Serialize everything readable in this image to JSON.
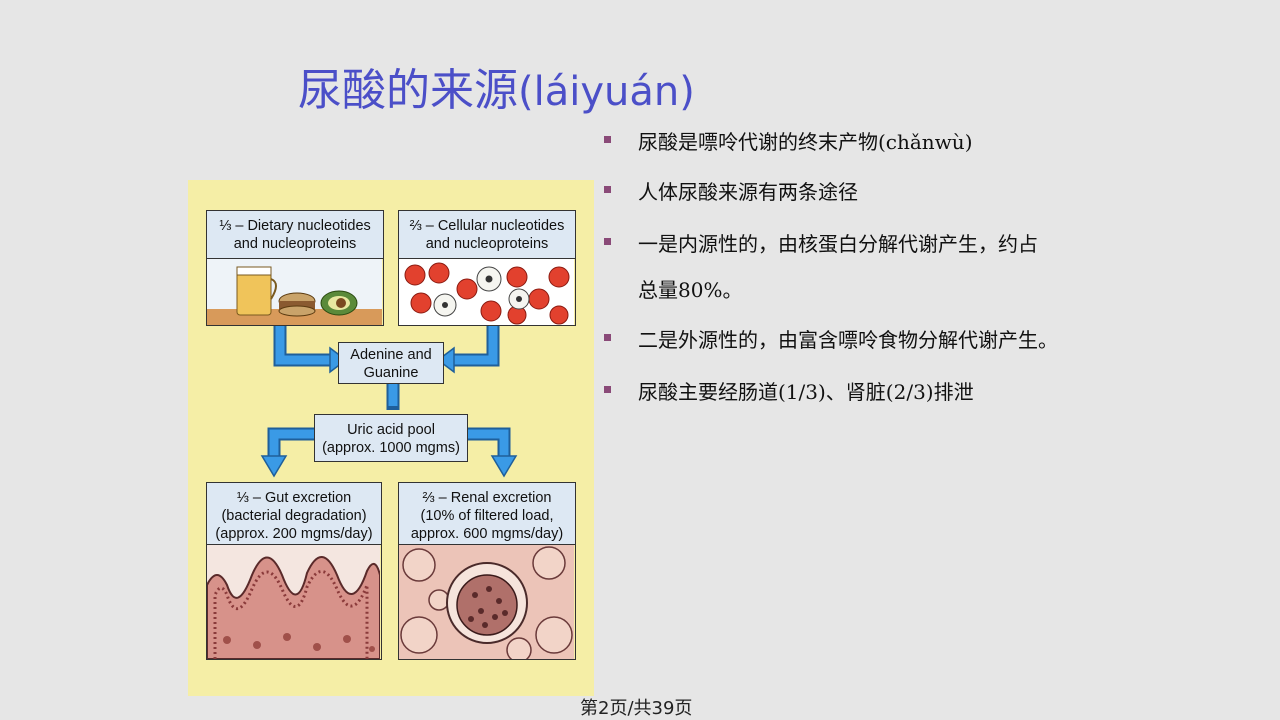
{
  "slide": {
    "title": "尿酸的来源",
    "title_pinyin": "(láiyuán)",
    "bullets": [
      {
        "main": "尿酸是嘌呤代谢的终末产物",
        "roman": "(chǎnwù)",
        "tail": ""
      },
      {
        "main": "人体尿酸来源有两条途径",
        "roman": "",
        "tail": ""
      },
      {
        "main": "一是内源性的，由核蛋白分解代谢产生，约占",
        "roman": "",
        "tail": ""
      },
      {
        "main": "总量",
        "roman": "80%",
        "tail": "。",
        "continuation": true
      },
      {
        "main": "二是外源性的，由富含嘌呤食物分解代谢产生。",
        "roman": "",
        "tail": ""
      },
      {
        "main": "尿酸主要经肠道",
        "roman": "(1/3)",
        "tail": "、肾脏",
        "roman2": "(2/3)",
        "tail2": "排泄"
      }
    ],
    "footer": "第2页/共39页",
    "bullet_color": "#8a4a78",
    "title_color": "#4b4fc8"
  },
  "figure": {
    "dietary": [
      "⅓ – Dietary nucleotides",
      "and nucleoproteins"
    ],
    "cellular": [
      "⅔ – Cellular nucleotides",
      "and nucleoproteins"
    ],
    "bases": [
      "Adenine and",
      "Guanine"
    ],
    "pool": [
      "Uric acid pool",
      "(approx. 1000 mgms)"
    ],
    "gut": [
      "⅓ – Gut excretion",
      "(bacterial degradation)",
      "(approx. 200 mgms/day)"
    ],
    "renal": [
      "⅔ – Renal excretion",
      "(10% of filtered load,",
      "approx. 600 mgms/day)"
    ],
    "background_color": "#f5eea6",
    "arrow_color": "#2f8fd8"
  }
}
